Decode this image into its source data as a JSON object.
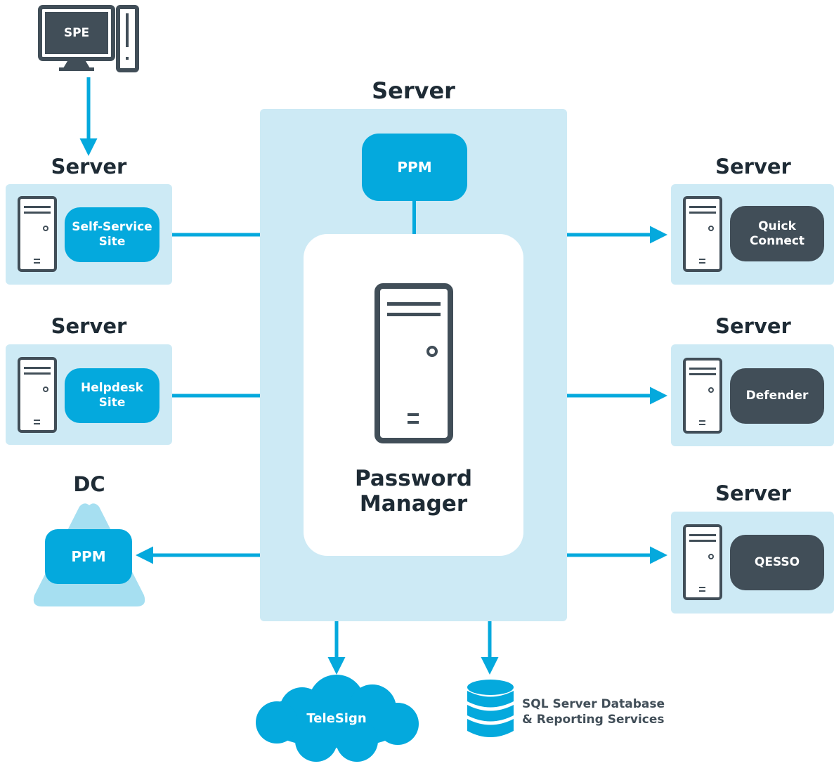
{
  "colors": {
    "accent": "#04a9dd",
    "panel": "#cdeaf5",
    "dark": "#414e58",
    "heading": "#1e2b35",
    "triangle": "#a6dff1"
  },
  "workstation": {
    "label": "SPE",
    "icon": "desktop-computer-icon"
  },
  "center": {
    "heading": "Server",
    "ppm_label": "PPM",
    "title_line1": "Password",
    "title_line2": "Manager",
    "icon": "server-tower-icon"
  },
  "left_servers": [
    {
      "heading": "Server",
      "label": "Self-Service\nSite",
      "icon": "server-tower-icon"
    },
    {
      "heading": "Server",
      "label": "Helpdesk\nSite",
      "icon": "server-tower-icon"
    }
  ],
  "right_servers": [
    {
      "heading": "Server",
      "label": "Quick\nConnect",
      "icon": "server-tower-icon"
    },
    {
      "heading": "Server",
      "label": "Defender",
      "icon": "server-tower-icon"
    },
    {
      "heading": "Server",
      "label": "QESSO",
      "icon": "server-tower-icon"
    }
  ],
  "dc": {
    "heading": "DC",
    "label": "PPM",
    "icon": "triangle-shape"
  },
  "telesign": {
    "label": "TeleSign",
    "icon": "cloud-icon"
  },
  "database": {
    "label_line1": "SQL Server Database",
    "label_line2": "& Reporting Services",
    "icon": "database-icon"
  }
}
